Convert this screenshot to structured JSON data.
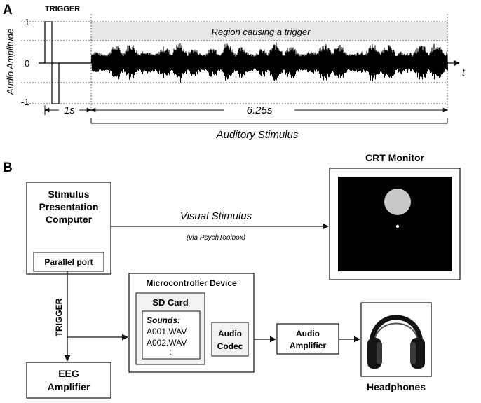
{
  "panel_a": {
    "label": "A",
    "trigger_label": "TRIGGER",
    "y_axis_label": "Audio Amplitude",
    "tick_labels": [
      "1",
      "0",
      "-1"
    ],
    "time_label": "t",
    "region_label": "Region causing a trigger",
    "gap_duration": "1s",
    "stimulus_duration": "6.25s",
    "stimulus_label": "Auditory Stimulus"
  },
  "panel_b": {
    "label": "B",
    "computer": {
      "line1": "Stimulus",
      "line2": "Presentation",
      "line3": "Computer",
      "port": "Parallel port"
    },
    "visual_link": {
      "label": "Visual Stimulus",
      "sublabel": "(via PsychToolbox)"
    },
    "monitor": {
      "title": "CRT Monitor"
    },
    "trigger_label": "TRIGGER",
    "microcontroller": {
      "title": "Microcontroller Device",
      "sd_card": "SD Card",
      "sounds_label": "Sounds:",
      "files": [
        "A001.WAV",
        "A002.WAV",
        ":"
      ]
    },
    "codec": {
      "line1": "Audio",
      "line2": "Codec"
    },
    "amplifier": {
      "line1": "Audio",
      "line2": "Amplifier"
    },
    "eeg": {
      "line1": "EEG",
      "line2": "Amplifier"
    },
    "headphones": {
      "label": "Headphones"
    }
  },
  "colors": {
    "ink": "#111111",
    "region_fill": "#e8e8e8",
    "screen": "#000000",
    "stimulus_circle": "#c8c8c8",
    "fixation_dot": "#ffffff",
    "box_fill": "#f2f2f2"
  }
}
